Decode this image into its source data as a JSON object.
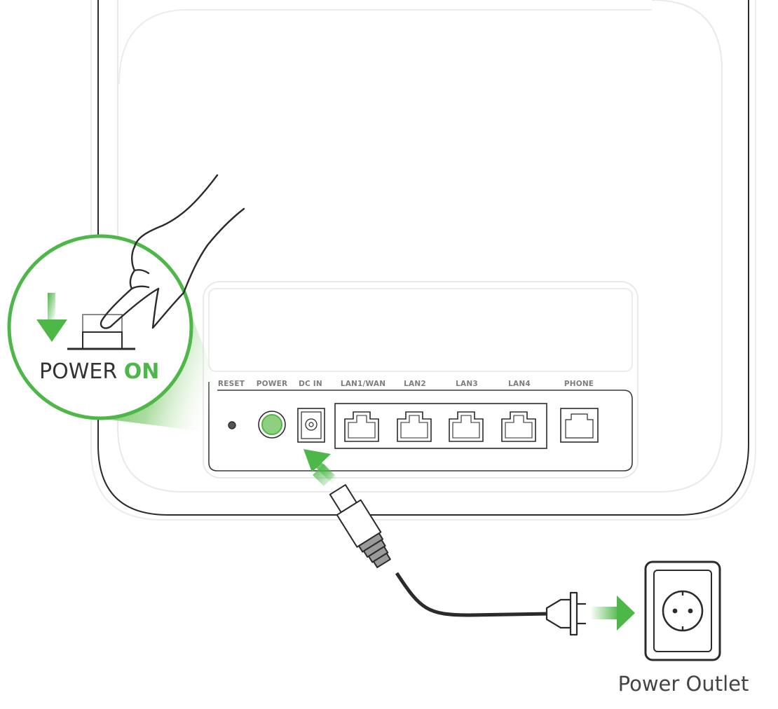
{
  "colors": {
    "accent_green": "#4db848",
    "light_green": "#8ed07f",
    "line_dark": "#2b2b2b",
    "line_light": "#e6e6e6",
    "label_gray": "#7d7d7d"
  },
  "ports": [
    {
      "key": "reset",
      "label": "RESET",
      "icon": "reset-pinhole-icon"
    },
    {
      "key": "power",
      "label": "POWER",
      "icon": "power-button-icon"
    },
    {
      "key": "dc-in",
      "label": "DC IN",
      "icon": "dc-jack-icon"
    },
    {
      "key": "lan1-wan",
      "label": "LAN1/WAN",
      "icon": "ethernet-port-icon"
    },
    {
      "key": "lan2",
      "label": "LAN2",
      "icon": "ethernet-port-icon"
    },
    {
      "key": "lan3",
      "label": "LAN3",
      "icon": "ethernet-port-icon"
    },
    {
      "key": "lan4",
      "label": "LAN4",
      "icon": "ethernet-port-icon"
    },
    {
      "key": "phone",
      "label": "PHONE",
      "icon": "phone-port-icon"
    }
  ],
  "callout": {
    "word": "POWER",
    "state": "ON",
    "icons": [
      "pointing-hand-icon",
      "down-arrow-icon",
      "push-button-icon"
    ]
  },
  "outlet": {
    "label": "Power Outlet",
    "icons": [
      "wall-socket-icon",
      "power-plug-icon",
      "right-arrow-icon"
    ]
  },
  "cable": {
    "icons": [
      "dc-connector-icon",
      "up-left-arrow-icon"
    ]
  }
}
